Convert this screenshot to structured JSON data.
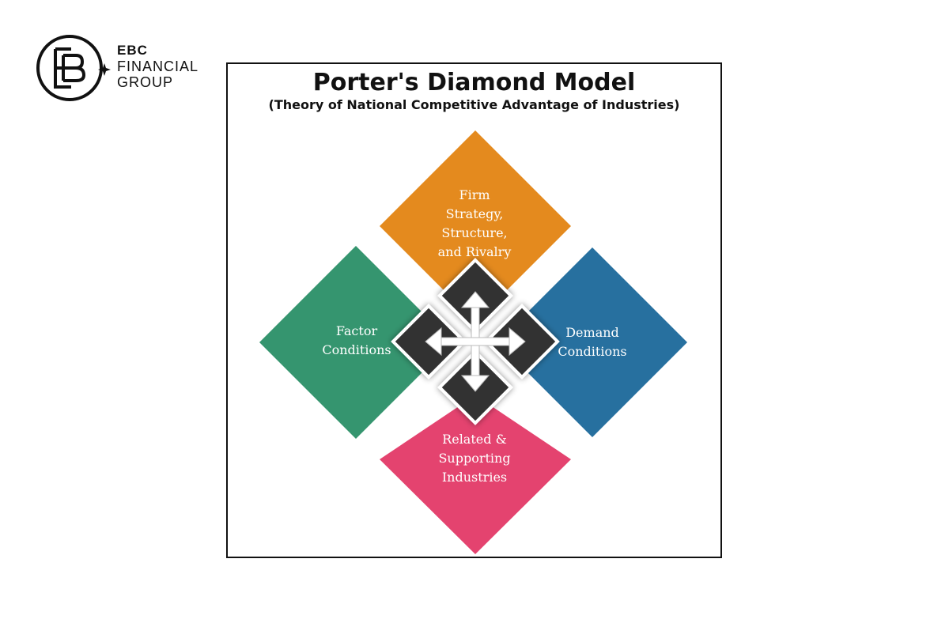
{
  "logo": {
    "line1": "EBC",
    "line2": "FINANCIAL",
    "line3": "GROUP"
  },
  "diagram": {
    "title": "Porter's Diamond Model",
    "subtitle": "(Theory of National Competitive Advantage of Industries)",
    "nodes": {
      "top": {
        "lines": [
          "Firm",
          "Strategy,",
          "Structure,",
          "and Rivalry"
        ],
        "color": "#e48a1e"
      },
      "left": {
        "lines": [
          "Factor",
          "Conditions"
        ],
        "color": "#35956f"
      },
      "right": {
        "lines": [
          "Demand",
          "Conditions"
        ],
        "color": "#27709f"
      },
      "bottom": {
        "lines": [
          "Related &",
          "Supporting",
          "Industries"
        ],
        "color": "#e4436f"
      }
    },
    "center": {
      "color": "#333333",
      "arrow_icon": "four-way-arrow-icon"
    }
  }
}
